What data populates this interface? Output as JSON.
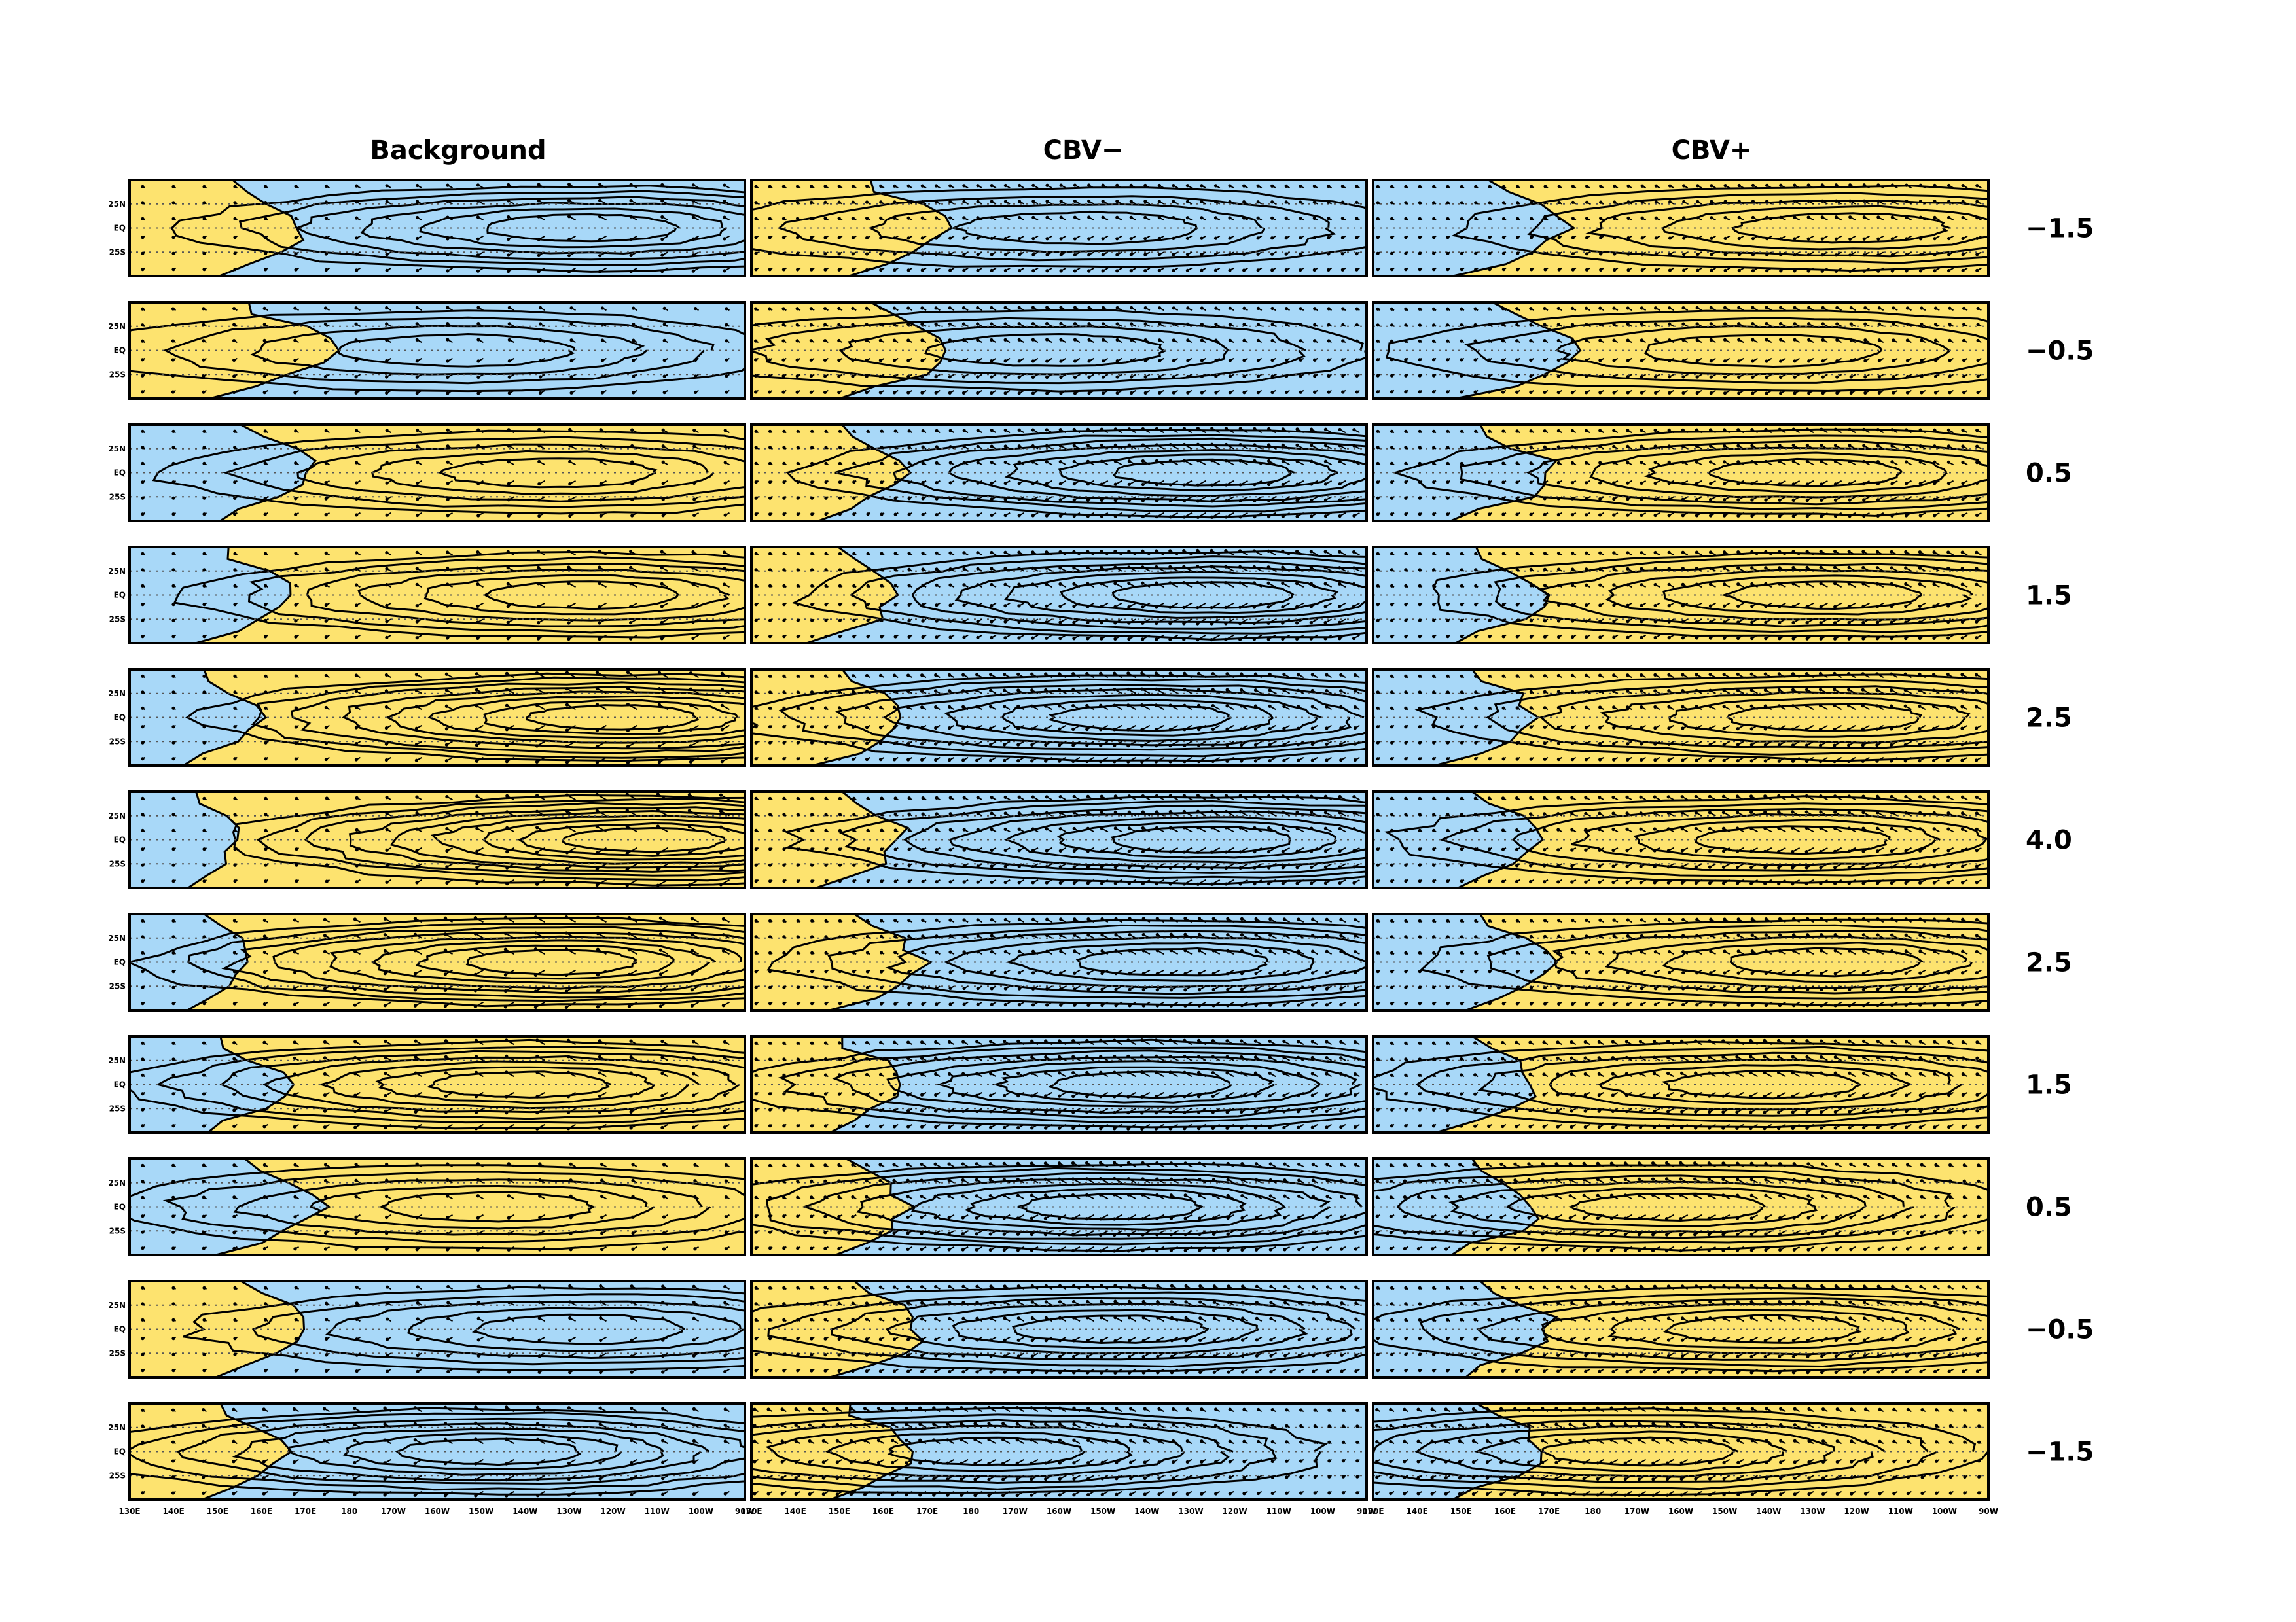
{
  "figure": {
    "columns": [
      "Background",
      "CBV−",
      "CBV+"
    ],
    "row_labels": [
      "−1.5",
      "−0.5",
      "0.5",
      "1.5",
      "2.5",
      "4.0",
      "2.5",
      "1.5",
      "0.5",
      "−0.5",
      "−1.5"
    ],
    "lat_ticks": [
      "25N",
      "EQ",
      "25S"
    ],
    "lon_ticks": [
      "130E",
      "140E",
      "150E",
      "160E",
      "170E",
      "180",
      "170W",
      "160W",
      "150W",
      "140W",
      "130W",
      "120W",
      "110W",
      "100W",
      "90W"
    ],
    "colors": {
      "positive": "#fde36f",
      "negative": "#a8d8f8",
      "zero": "#ffffff",
      "contour": "#000000"
    }
  },
  "panels": [
    [
      {
        "sign": -1,
        "strength": 0.55,
        "core": 0.75
      },
      {
        "sign": -1,
        "strength": 0.35,
        "core": 0.55
      },
      {
        "sign": 1,
        "strength": 0.4,
        "core": 0.78
      }
    ],
    [
      {
        "sign": -1,
        "strength": 0.35,
        "core": 0.55
      },
      {
        "sign": -1,
        "strength": 0.35,
        "core": 0.5
      },
      {
        "sign": 1,
        "strength": 0.35,
        "core": 0.65
      }
    ],
    [
      {
        "sign": 1,
        "strength": 0.45,
        "core": 0.7
      },
      {
        "sign": -1,
        "strength": 0.7,
        "core": 0.75
      },
      {
        "sign": 1,
        "strength": 0.5,
        "core": 0.72
      }
    ],
    [
      {
        "sign": 1,
        "strength": 0.6,
        "core": 0.75
      },
      {
        "sign": -1,
        "strength": 0.75,
        "core": 0.75
      },
      {
        "sign": 1,
        "strength": 0.55,
        "core": 0.75
      }
    ],
    [
      {
        "sign": 1,
        "strength": 0.9,
        "core": 0.8
      },
      {
        "sign": -1,
        "strength": 0.7,
        "core": 0.65
      },
      {
        "sign": 1,
        "strength": 0.6,
        "core": 0.75
      }
    ],
    [
      {
        "sign": 1,
        "strength": 1.0,
        "core": 0.85
      },
      {
        "sign": -1,
        "strength": 0.7,
        "core": 0.75
      },
      {
        "sign": 1,
        "strength": 0.6,
        "core": 0.7
      }
    ],
    [
      {
        "sign": 1,
        "strength": 0.9,
        "core": 0.7
      },
      {
        "sign": -1,
        "strength": 0.55,
        "core": 0.7
      },
      {
        "sign": 1,
        "strength": 0.5,
        "core": 0.75
      }
    ],
    [
      {
        "sign": 1,
        "strength": 0.7,
        "core": 0.65
      },
      {
        "sign": -1,
        "strength": 0.7,
        "core": 0.65
      },
      {
        "sign": 1,
        "strength": 0.6,
        "core": 0.65
      }
    ],
    [
      {
        "sign": 1,
        "strength": 0.4,
        "core": 0.6
      },
      {
        "sign": -1,
        "strength": 0.65,
        "core": 0.6
      },
      {
        "sign": 1,
        "strength": 0.6,
        "core": 0.5
      }
    ],
    [
      {
        "sign": -1,
        "strength": 0.45,
        "core": 0.75
      },
      {
        "sign": -1,
        "strength": 0.55,
        "core": 0.6
      },
      {
        "sign": 1,
        "strength": 0.5,
        "core": 0.65
      }
    ],
    [
      {
        "sign": -1,
        "strength": 0.7,
        "core": 0.6
      },
      {
        "sign": -1,
        "strength": 0.6,
        "core": 0.4
      },
      {
        "sign": 1,
        "strength": 0.55,
        "core": 0.45
      }
    ]
  ]
}
